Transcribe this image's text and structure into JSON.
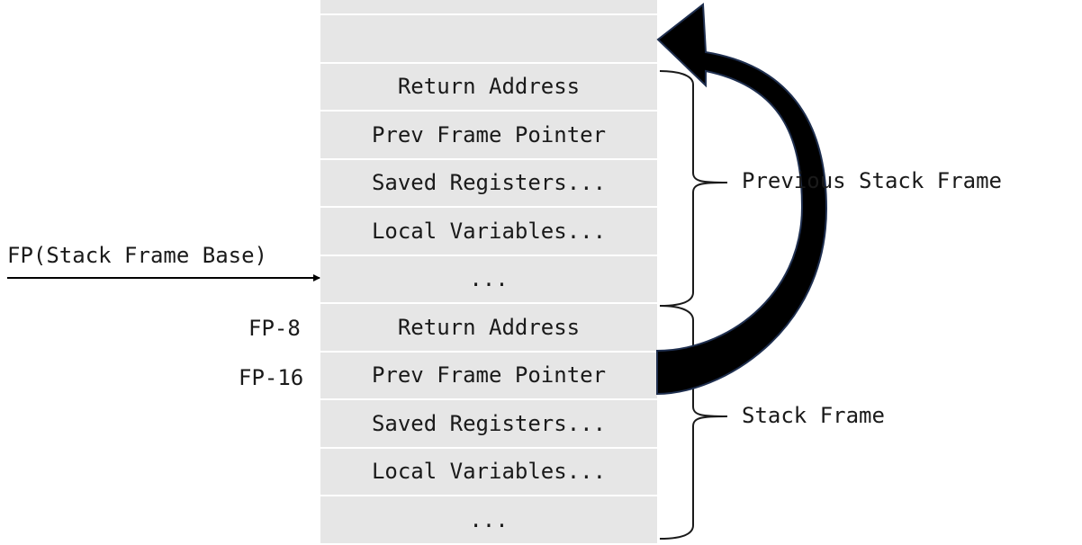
{
  "stack": {
    "top_cells": [
      "",
      ""
    ],
    "previous_frame_cells": [
      "Return Address",
      "Prev Frame Pointer",
      "Saved Registers...",
      "Local Variables...",
      "..."
    ],
    "current_frame_cells": [
      "Return Address",
      "Prev Frame Pointer",
      "Saved Registers...",
      "Local Variables...",
      "..."
    ]
  },
  "left_labels": {
    "frame_pointer": "FP(Stack Frame Base)",
    "fp_minus_8": "FP-8",
    "fp_minus_16": "FP-16"
  },
  "right_labels": {
    "previous_frame": "Previous Stack Frame",
    "current_frame": "Stack Frame"
  },
  "colors": {
    "cell_fill": "#e6e6e6",
    "curved_arrow": "#000000",
    "arrow_outline": "#1f2f4f"
  }
}
